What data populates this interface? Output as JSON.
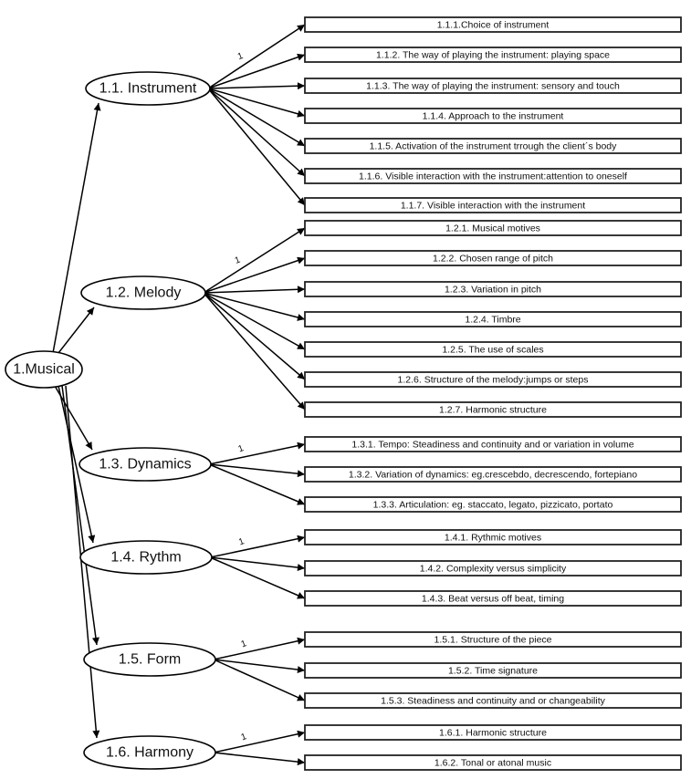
{
  "diagram": {
    "root": {
      "id": "musical",
      "label": "1.Musical"
    },
    "factors": [
      {
        "id": "instrument",
        "label": "1.1. Instrument",
        "weight_label": "1",
        "items": [
          "1.1.1.Choice of instrument",
          "1.1.2. The way of playing the instrument: playing space",
          "1.1.3. The way of playing the instrument: sensory and touch",
          "1.1.4. Approach to the instrument",
          "1.1.5. Activation of the instrument trrough the client´s body",
          "1.1.6. Visible interaction with the instrument:attention to oneself",
          "1.1.7. Visible interaction with the instrument"
        ]
      },
      {
        "id": "melody",
        "label": "1.2. Melody",
        "weight_label": "1",
        "items": [
          "1.2.1. Musical motives",
          "1.2.2. Chosen range of pitch",
          "1.2.3. Variation in pitch",
          "1.2.4. Timbre",
          "1.2.5. The use of scales",
          "1.2.6. Structure of the melody:jumps or steps",
          "1.2.7. Harmonic structure"
        ]
      },
      {
        "id": "dynamics",
        "label": "1.3. Dynamics",
        "weight_label": "1",
        "items": [
          "1.3.1. Tempo: Steadiness and continuity and or variation in volume",
          "1.3.2. Variation of dynamics: eg.crescebdo, decrescendo, fortepiano",
          "1.3.3. Articulation: eg. staccato, legato, pizzicato, portato"
        ]
      },
      {
        "id": "rythm",
        "label": "1.4. Rythm",
        "weight_label": "1",
        "items": [
          "1.4.1. Rythmic motives",
          "1.4.2. Complexity versus simplicity",
          "1.4.3. Beat versus off beat, timing"
        ]
      },
      {
        "id": "form",
        "label": "1.5. Form",
        "weight_label": "1",
        "items": [
          "1.5.1. Structure of the piece",
          "1.5.2. Time signature",
          "1.5.3. Steadiness and continuity and or changeability"
        ]
      },
      {
        "id": "harmony",
        "label": "1.6. Harmony",
        "weight_label": "1",
        "items": [
          "1.6.1. Harmonic structure",
          "1.6.2. Tonal or atonal music"
        ]
      }
    ]
  }
}
